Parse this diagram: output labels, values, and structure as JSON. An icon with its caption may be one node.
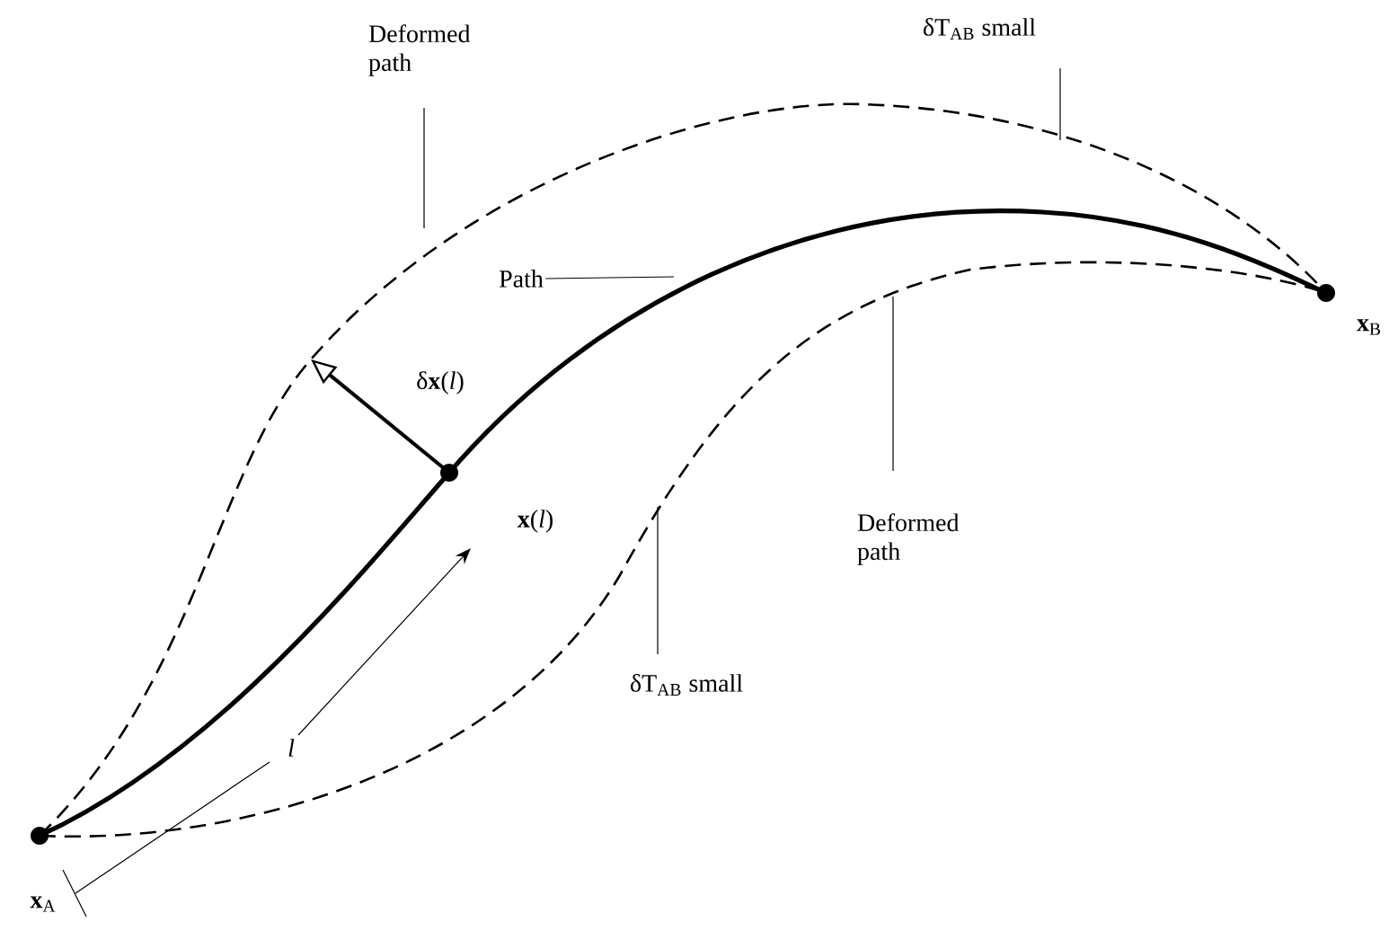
{
  "diagram": {
    "nodes": [
      {
        "text": [
          "Deformed path"
        ]
      },
      {
        "text": [
          "δT$_{AB}$ small"
        ]
      },
      {
        "text": [
          "Path"
        ]
      },
      {
        "text": [
          "Deformed path"
        ]
      },
      {
        "text": [
          "δT$_{AB}$ small"
        ]
      }
    ],
    "edges": [
      {
        "from": 0,
        "to": null,
        "arrow": "none"
      },
      {
        "from": 1,
        "to": null,
        "arrow": "none"
      },
      {
        "from": 2,
        "to": null,
        "arrow": "none"
      },
      {
        "from": 3,
        "to": null,
        "arrow": "none"
      },
      {
        "from": 4,
        "to": null,
        "arrow": "none"
      }
    ],
    "labels": [
      "δ**x**(*l*)",
      "**x**(*l*)",
      "*l*",
      "**x**$_{A}$",
      "**x**$_{B}$"
    ]
  }
}
